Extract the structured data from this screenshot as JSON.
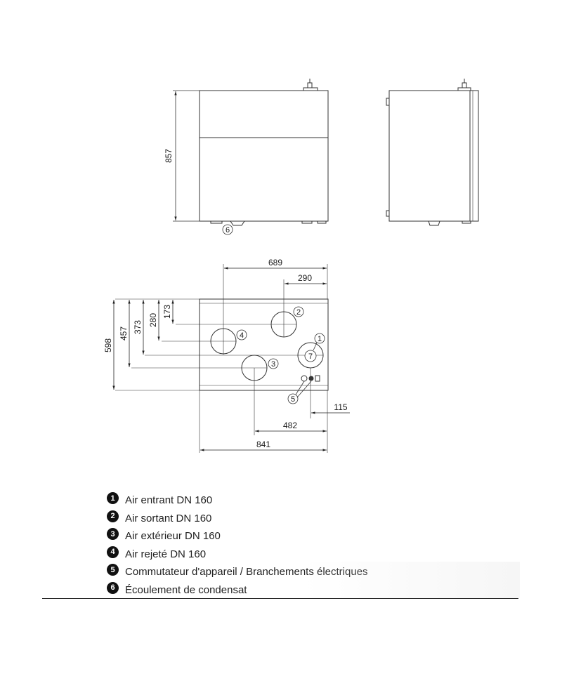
{
  "dimensions": {
    "height": "857",
    "width_total_depth": "689",
    "offset_290": "290",
    "v598": "598",
    "v457": "457",
    "v373": "373",
    "v280": "280",
    "v173": "173",
    "h115": "115",
    "h482": "482",
    "h841": "841"
  },
  "callouts": {
    "c1": "1",
    "c2": "2",
    "c3": "3",
    "c4": "4",
    "c5": "5",
    "c6": "6",
    "c7": "7"
  },
  "legend": [
    {
      "number": "1",
      "label": "Air entrant DN 160"
    },
    {
      "number": "2",
      "label": "Air sortant DN 160"
    },
    {
      "number": "3",
      "label": "Air extérieur DN 160"
    },
    {
      "number": "4",
      "label": "Air rejeté DN 160"
    },
    {
      "number": "5",
      "label": "Commutateur d'appareil / Branchements électriques"
    },
    {
      "number": "6",
      "label": "Écoulement de condensat"
    }
  ]
}
